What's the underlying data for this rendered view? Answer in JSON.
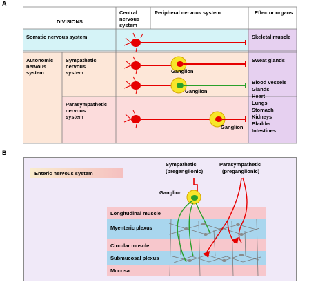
{
  "panel_a": {
    "label": "A",
    "headers": {
      "divisions": "DIVISIONS",
      "central": [
        "Central",
        "nervous",
        "system"
      ],
      "peripheral": "Peripheral nervous system",
      "effector": "Effector organs"
    },
    "rows": {
      "somatic": "Somatic nervous system",
      "autonomic": [
        "Autonomic",
        "nervous",
        "system"
      ],
      "sympathetic": [
        "Sympathetic",
        "nervous",
        "system"
      ],
      "parasympathetic": [
        "Parasympathetic",
        "nervous",
        "system"
      ]
    },
    "ganglion_label": "Ganglion",
    "effectors": {
      "skeletal": "Skeletal muscle",
      "sweat": "Sweat glands",
      "visceral": [
        "Blood vessels",
        "Glands",
        "Heart",
        "Lungs",
        "Stomach",
        "Kidneys",
        "Bladder",
        "Intestines"
      ]
    }
  },
  "panel_b": {
    "label": "B",
    "enteric_title": "Enteric nervous system",
    "sympathetic": [
      "Sympathetic",
      "(preganglionic)"
    ],
    "parasympathetic": [
      "Parasympathetic",
      "(preganglionic)"
    ],
    "ganglion_label": "Ganglion",
    "layers": [
      "Longitudinal muscle",
      "Myenteric plexus",
      "Circular muscle",
      "Submucosal plexus",
      "Mucosa"
    ]
  },
  "colors": {
    "somatic_row": "#d5f3f7",
    "autonomic_row": "#fde7d8",
    "sympathetic_row": "#fde7d8",
    "parasympathetic_row": "#fcdcdc",
    "effector_col": "#e6d0f0",
    "neuron_red": "#e60000",
    "neuron_green": "#2aa02a",
    "ganglion_yellow": "#f7e62a",
    "layer_pink": "#f7c7cc",
    "layer_blue": "#a9d6ee"
  }
}
